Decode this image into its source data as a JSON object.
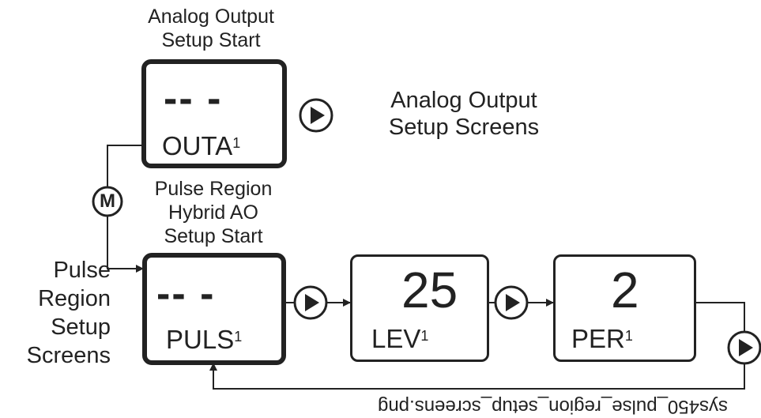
{
  "captions": {
    "analog_start": [
      "Analog Output",
      "Setup Start"
    ],
    "analog_screens": [
      "Analog Output",
      "Setup Screens"
    ],
    "pulse_start": [
      "Pulse Region",
      "Hybrid AO",
      "Setup Start"
    ],
    "pulse_screens": [
      "Pulse",
      "Region",
      "Setup",
      "Screens"
    ]
  },
  "screens": {
    "outa": {
      "display": "-- -",
      "label": "OUTA",
      "sup": "1"
    },
    "puls": {
      "display": "-- -",
      "label": "PULS",
      "sup": "1"
    },
    "lev": {
      "display": "25",
      "label": "LEV",
      "sup": "1"
    },
    "per": {
      "display": "2",
      "label": "PER",
      "sup": "1"
    }
  },
  "menu_button": "M",
  "footer": "sys450_pulse_region_setup_screens.png"
}
